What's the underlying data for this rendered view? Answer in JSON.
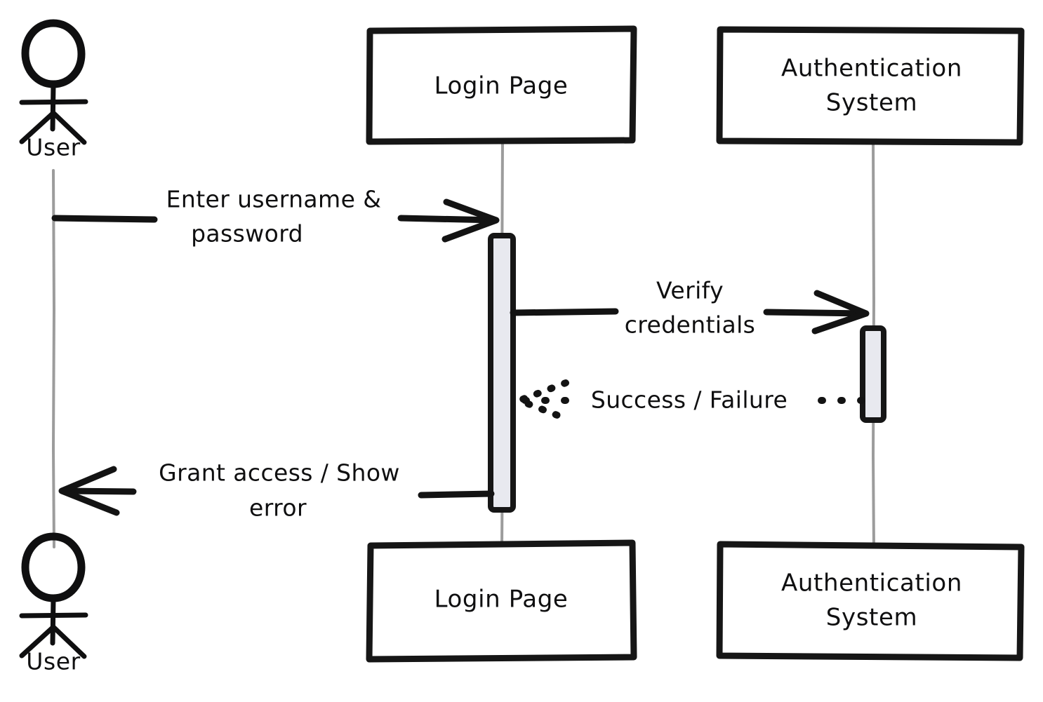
{
  "diagram": {
    "kind": "uml-sequence-diagram",
    "style": "hand-drawn",
    "background_color": "#ffffff",
    "ink_color": "#131313",
    "lifeline_color": "#9c9c9c",
    "activation_fill": "#e8e9ef"
  },
  "participants": [
    {
      "id": "user",
      "type": "actor",
      "top_label": "User",
      "bottom_label": "User"
    },
    {
      "id": "login_page",
      "type": "box",
      "top_label": "Login Page",
      "bottom_label": "Login Page"
    },
    {
      "id": "auth_system",
      "type": "box",
      "top_label_line1": "Authentication",
      "top_label_line2": "System",
      "bottom_label_line1": "Authentication",
      "bottom_label_line2": "System"
    }
  ],
  "messages": [
    {
      "id": "msg-1",
      "from": "user",
      "to": "login_page",
      "direction": "right",
      "line_style": "solid",
      "label_line1": "Enter username &",
      "label_line2": "password"
    },
    {
      "id": "msg-2",
      "from": "login_page",
      "to": "auth_system",
      "direction": "right",
      "line_style": "solid",
      "label_line1": "Verify",
      "label_line2": "credentials"
    },
    {
      "id": "msg-3",
      "from": "auth_system",
      "to": "login_page",
      "direction": "left",
      "line_style": "dotted",
      "label_line1": "Success / Failure",
      "label_line2": ""
    },
    {
      "id": "msg-4",
      "from": "login_page",
      "to": "user",
      "direction": "left",
      "line_style": "solid",
      "label_line1": "Grant access / Show",
      "label_line2": "error"
    }
  ],
  "activations": [
    {
      "id": "activation-login-page",
      "participant": "login_page"
    },
    {
      "id": "activation-auth-system",
      "participant": "auth_system"
    }
  ]
}
